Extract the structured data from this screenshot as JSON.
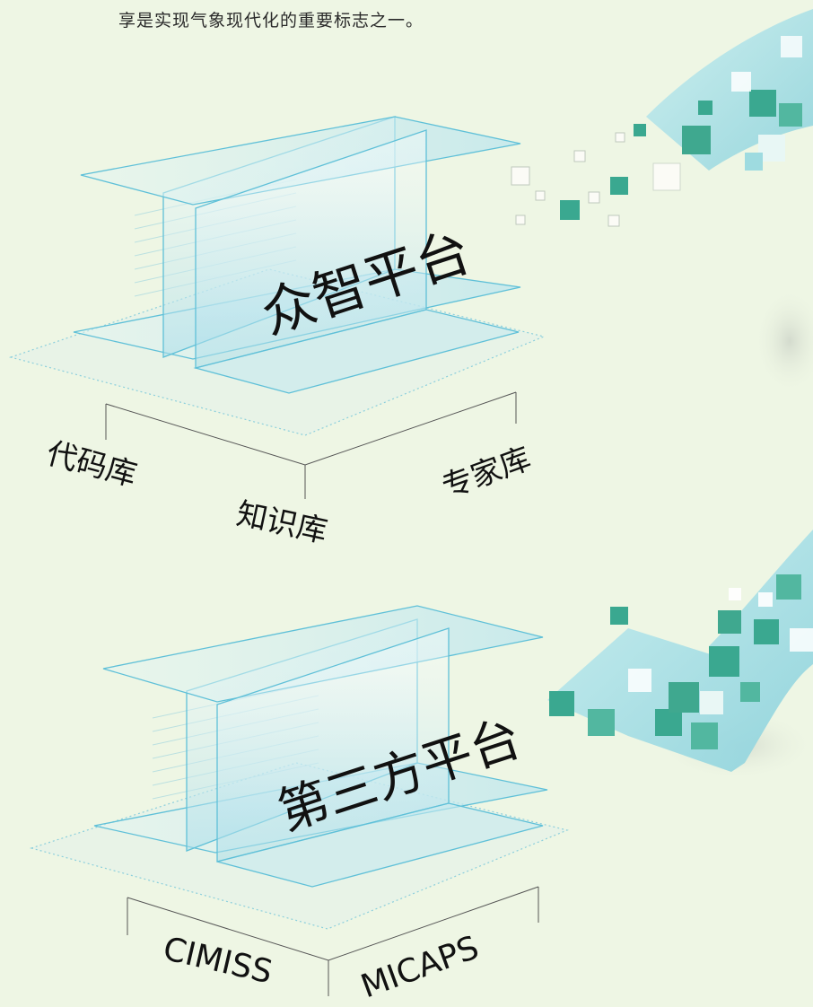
{
  "intro_text": "享是实现气象现代化的重要标志之一。",
  "platforms": [
    {
      "title": "众智平台",
      "labels": [
        "代码库",
        "知识库",
        "专家库"
      ]
    },
    {
      "title": "第三方平台",
      "labels": [
        "CIMISS",
        "MICAPS"
      ]
    }
  ],
  "colors": {
    "background": "#eef6e4",
    "panel_stroke": "#5fc0d8",
    "panel_fill": "#bfe6ef",
    "pixel_teal": "#3aa890",
    "arrow_light": "#b6e4ea"
  }
}
